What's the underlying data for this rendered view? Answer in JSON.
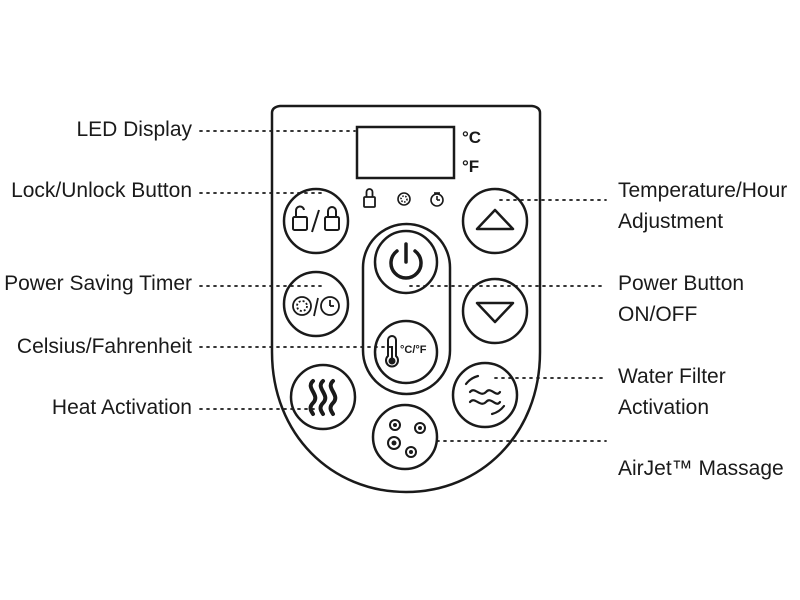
{
  "callouts": {
    "led_display": "LED Display",
    "lock_unlock": "Lock/Unlock Button",
    "power_saving": "Power Saving Timer",
    "celsius_fahrenheit": "Celsius/Fahrenheit",
    "heat": "Heat Activation",
    "temp_adjust_line1": "Temperature/Hour",
    "temp_adjust_line2": "Adjustment",
    "power_line1": "Power Button",
    "power_line2": "ON/OFF",
    "water_filter_line1": "Water Filter",
    "water_filter_line2": "Activation",
    "airjet": "AirJet™ Massage"
  },
  "panel": {
    "unit_c": "°C",
    "unit_f": "°F",
    "cf_button_text": "°C/°F"
  },
  "colors": {
    "ink": "#1a1a1a",
    "background": "#ffffff"
  },
  "icons": [
    "lock-icon",
    "unlock-icon",
    "power-icon",
    "timer-icon",
    "thermometer-icon",
    "heat-wave-icon",
    "water-filter-icon",
    "airjet-icon",
    "up-arrow-icon",
    "down-arrow-icon"
  ]
}
